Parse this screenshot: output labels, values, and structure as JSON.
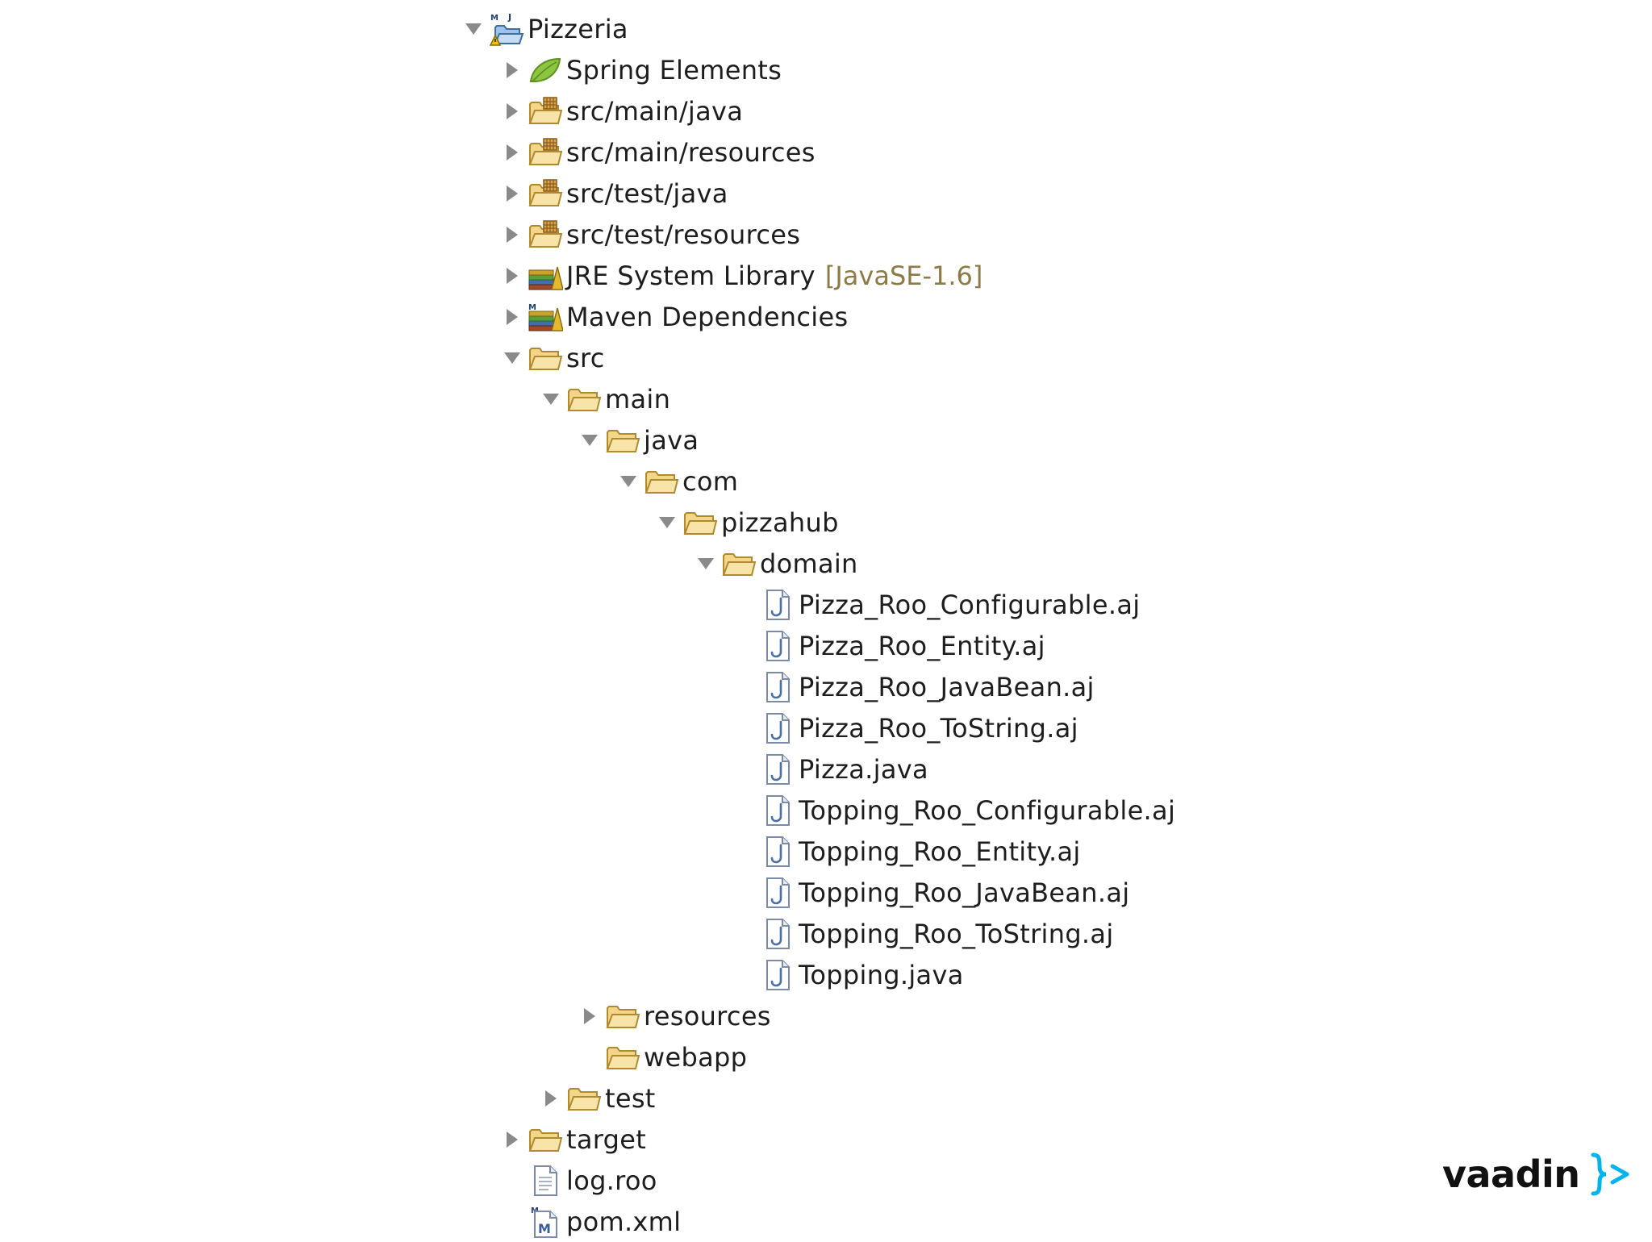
{
  "tree": [
    {
      "label": "Pizzeria",
      "depth": 0,
      "toggle": "open",
      "icon": "project-icon"
    },
    {
      "label": "Spring Elements",
      "depth": 1,
      "toggle": "closed",
      "icon": "spring-leaf-icon"
    },
    {
      "label": "src/main/java",
      "depth": 1,
      "toggle": "closed",
      "icon": "source-folder-icon"
    },
    {
      "label": "src/main/resources",
      "depth": 1,
      "toggle": "closed",
      "icon": "source-folder-icon"
    },
    {
      "label": "src/test/java",
      "depth": 1,
      "toggle": "closed",
      "icon": "source-folder-icon"
    },
    {
      "label": "src/test/resources",
      "depth": 1,
      "toggle": "closed",
      "icon": "source-folder-icon"
    },
    {
      "label": "JRE System Library",
      "decor": "[JavaSE-1.6]",
      "depth": 1,
      "toggle": "closed",
      "icon": "library-icon"
    },
    {
      "label": "Maven Dependencies",
      "depth": 1,
      "toggle": "closed",
      "icon": "maven-library-icon"
    },
    {
      "label": "src",
      "depth": 1,
      "toggle": "open",
      "icon": "folder-icon"
    },
    {
      "label": "main",
      "depth": 2,
      "toggle": "open",
      "icon": "folder-icon"
    },
    {
      "label": "java",
      "depth": 3,
      "toggle": "open",
      "icon": "folder-icon"
    },
    {
      "label": "com",
      "depth": 4,
      "toggle": "open",
      "icon": "folder-icon"
    },
    {
      "label": "pizzahub",
      "depth": 5,
      "toggle": "open",
      "icon": "folder-icon"
    },
    {
      "label": "domain",
      "depth": 6,
      "toggle": "open",
      "icon": "folder-icon"
    },
    {
      "label": "Pizza_Roo_Configurable.aj",
      "depth": 7,
      "toggle": "none",
      "icon": "java-file-icon"
    },
    {
      "label": "Pizza_Roo_Entity.aj",
      "depth": 7,
      "toggle": "none",
      "icon": "java-file-icon"
    },
    {
      "label": "Pizza_Roo_JavaBean.aj",
      "depth": 7,
      "toggle": "none",
      "icon": "java-file-icon"
    },
    {
      "label": "Pizza_Roo_ToString.aj",
      "depth": 7,
      "toggle": "none",
      "icon": "java-file-icon"
    },
    {
      "label": "Pizza.java",
      "depth": 7,
      "toggle": "none",
      "icon": "java-file-icon"
    },
    {
      "label": "Topping_Roo_Configurable.aj",
      "depth": 7,
      "toggle": "none",
      "icon": "java-file-icon"
    },
    {
      "label": "Topping_Roo_Entity.aj",
      "depth": 7,
      "toggle": "none",
      "icon": "java-file-icon"
    },
    {
      "label": "Topping_Roo_JavaBean.aj",
      "depth": 7,
      "toggle": "none",
      "icon": "java-file-icon"
    },
    {
      "label": "Topping_Roo_ToString.aj",
      "depth": 7,
      "toggle": "none",
      "icon": "java-file-icon"
    },
    {
      "label": "Topping.java",
      "depth": 7,
      "toggle": "none",
      "icon": "java-file-icon"
    },
    {
      "label": "resources",
      "depth": 3,
      "toggle": "closed",
      "icon": "folder-icon"
    },
    {
      "label": "webapp",
      "depth": 3,
      "toggle": "none",
      "icon": "folder-icon"
    },
    {
      "label": "test",
      "depth": 2,
      "toggle": "closed",
      "icon": "folder-icon"
    },
    {
      "label": "target",
      "depth": 1,
      "toggle": "closed",
      "icon": "folder-icon"
    },
    {
      "label": "log.roo",
      "depth": 1,
      "toggle": "none",
      "icon": "text-file-icon"
    },
    {
      "label": "pom.xml",
      "depth": 1,
      "toggle": "none",
      "icon": "maven-pom-icon"
    }
  ],
  "brand": {
    "name": "vaadin",
    "accent": "#00b4f0"
  },
  "colors": {
    "folder_fill": "#f3d68a",
    "folder_stroke": "#b08a2e",
    "arrow": "#8a8a8a",
    "java_file_stroke": "#4a6fa5"
  }
}
